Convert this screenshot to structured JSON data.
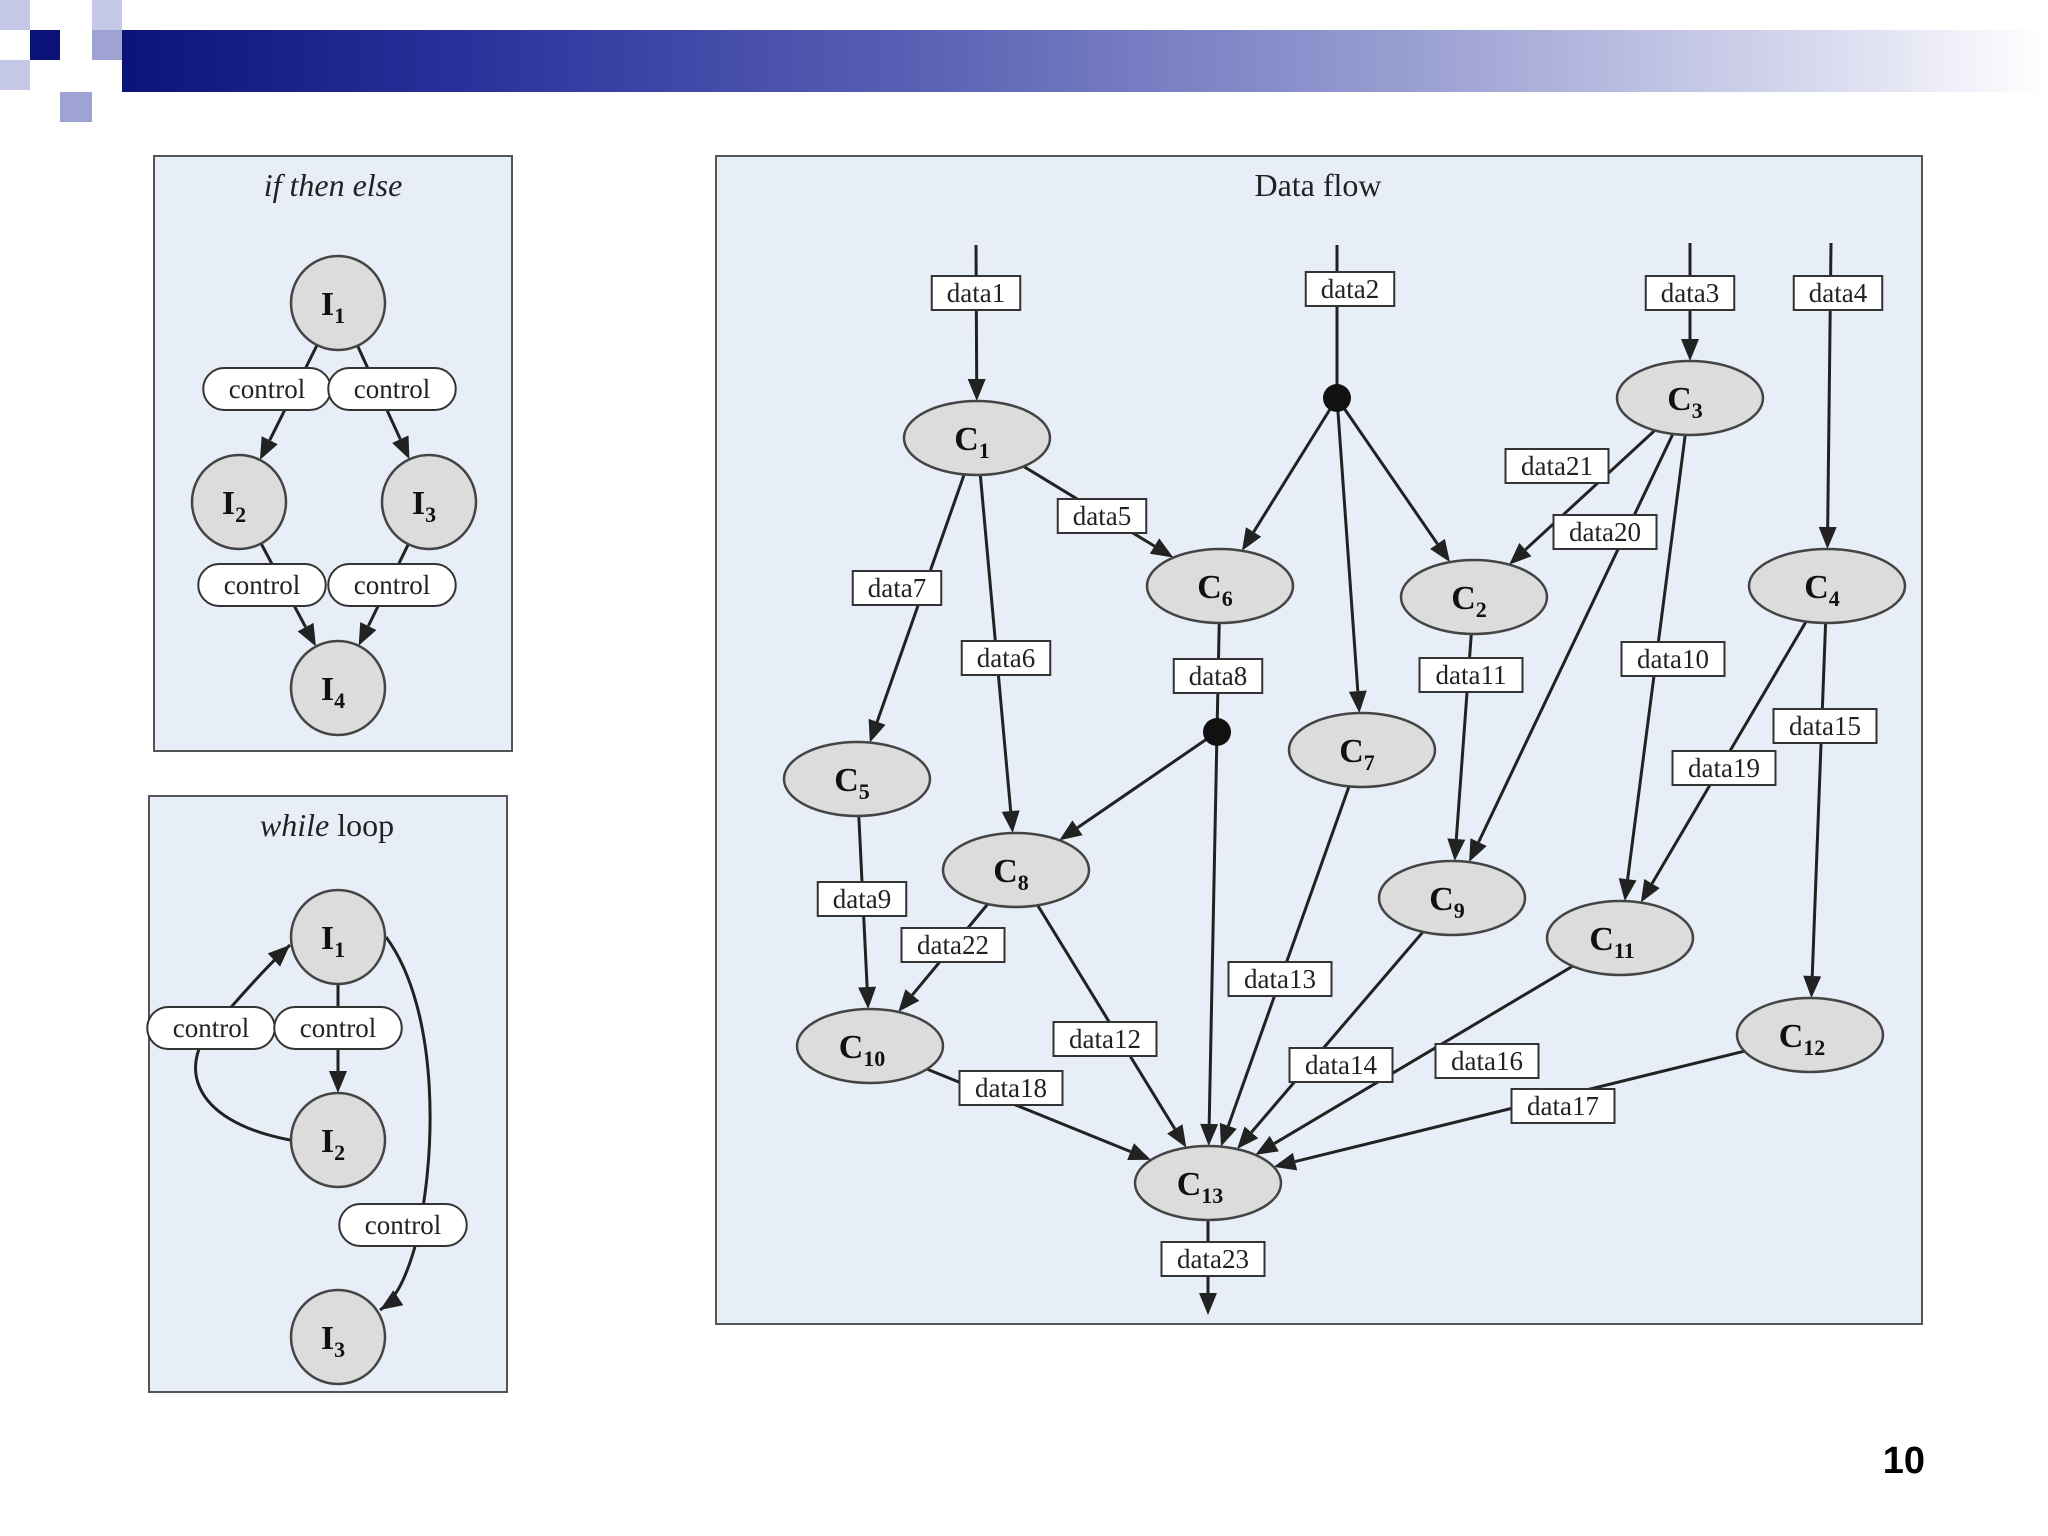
{
  "slide": {
    "page_number": "10"
  },
  "panels": [
    {
      "id": "if",
      "title_italic": "if then else",
      "title_plain": ""
    },
    {
      "id": "while",
      "title_italic": "while",
      "title_plain": " loop"
    },
    {
      "id": "df",
      "title_italic": "",
      "title_plain": "Data flow"
    }
  ],
  "nodes": [
    {
      "id": "if-I1",
      "main": "I",
      "sub": "1"
    },
    {
      "id": "if-I2",
      "main": "I",
      "sub": "2"
    },
    {
      "id": "if-I3",
      "main": "I",
      "sub": "3"
    },
    {
      "id": "if-I4",
      "main": "I",
      "sub": "4"
    },
    {
      "id": "wl-I1",
      "main": "I",
      "sub": "1"
    },
    {
      "id": "wl-I2",
      "main": "I",
      "sub": "2"
    },
    {
      "id": "wl-I3",
      "main": "I",
      "sub": "3"
    },
    {
      "id": "C1",
      "main": "C",
      "sub": "1"
    },
    {
      "id": "C2",
      "main": "C",
      "sub": "2"
    },
    {
      "id": "C3",
      "main": "C",
      "sub": "3"
    },
    {
      "id": "C4",
      "main": "C",
      "sub": "4"
    },
    {
      "id": "C5",
      "main": "C",
      "sub": "5"
    },
    {
      "id": "C6",
      "main": "C",
      "sub": "6"
    },
    {
      "id": "C7",
      "main": "C",
      "sub": "7"
    },
    {
      "id": "C8",
      "main": "C",
      "sub": "8"
    },
    {
      "id": "C9",
      "main": "C",
      "sub": "9"
    },
    {
      "id": "C10",
      "main": "C",
      "sub": "10"
    },
    {
      "id": "C11",
      "main": "C",
      "sub": "11"
    },
    {
      "id": "C12",
      "main": "C",
      "sub": "12"
    },
    {
      "id": "C13",
      "main": "C",
      "sub": "13"
    }
  ],
  "edges": [
    {
      "from": "if-I1",
      "to": "if-I2",
      "label": "control"
    },
    {
      "from": "if-I1",
      "to": "if-I3",
      "label": "control"
    },
    {
      "from": "if-I2",
      "to": "if-I4",
      "label": "control"
    },
    {
      "from": "if-I3",
      "to": "if-I4",
      "label": "control"
    },
    {
      "from": "wl-I2",
      "to": "wl-I1",
      "label": "control"
    },
    {
      "from": "wl-I1",
      "to": "wl-I2",
      "label": "control"
    },
    {
      "from": "wl-I1",
      "to": "wl-I3",
      "label": "control"
    },
    {
      "from": "",
      "to": "C1",
      "label": "data1"
    },
    {
      "from": "",
      "to": "J1",
      "label": "data2"
    },
    {
      "from": "",
      "to": "C3",
      "label": "data3"
    },
    {
      "from": "",
      "to": "C4",
      "label": "data4"
    },
    {
      "from": "C1",
      "to": "C6",
      "label": "data5"
    },
    {
      "from": "C1",
      "to": "C8",
      "label": "data6"
    },
    {
      "from": "C1",
      "to": "C5",
      "label": "data7"
    },
    {
      "from": "C6",
      "to": "J2",
      "label": "data8"
    },
    {
      "from": "C5",
      "to": "C10",
      "label": "data9"
    },
    {
      "from": "C3",
      "to": "C11",
      "label": "data10"
    },
    {
      "from": "C2",
      "to": "C9",
      "label": "data11"
    },
    {
      "from": "C8",
      "to": "C13",
      "label": "data12"
    },
    {
      "from": "C7",
      "to": "C13",
      "label": "data13"
    },
    {
      "from": "C9",
      "to": "C13",
      "label": "data14"
    },
    {
      "from": "C4",
      "to": "C12",
      "label": "data15"
    },
    {
      "from": "C11",
      "to": "C13",
      "label": "data16"
    },
    {
      "from": "C12",
      "to": "C13",
      "label": "data17"
    },
    {
      "from": "C10",
      "to": "C13",
      "label": "data18"
    },
    {
      "from": "C4",
      "to": "C11",
      "label": "data19"
    },
    {
      "from": "C3",
      "to": "C9",
      "label": "data20"
    },
    {
      "from": "C3",
      "to": "C2",
      "label": "data21"
    },
    {
      "from": "C8",
      "to": "C10",
      "label": "data22"
    },
    {
      "from": "C13",
      "to": "",
      "label": "data23"
    },
    {
      "from": "J1",
      "to": "C6",
      "label": ""
    },
    {
      "from": "J1",
      "to": "C7",
      "label": ""
    },
    {
      "from": "J1",
      "to": "C2",
      "label": ""
    },
    {
      "from": "J2",
      "to": "C8",
      "label": ""
    },
    {
      "from": "J2",
      "to": "C13",
      "label": ""
    }
  ]
}
